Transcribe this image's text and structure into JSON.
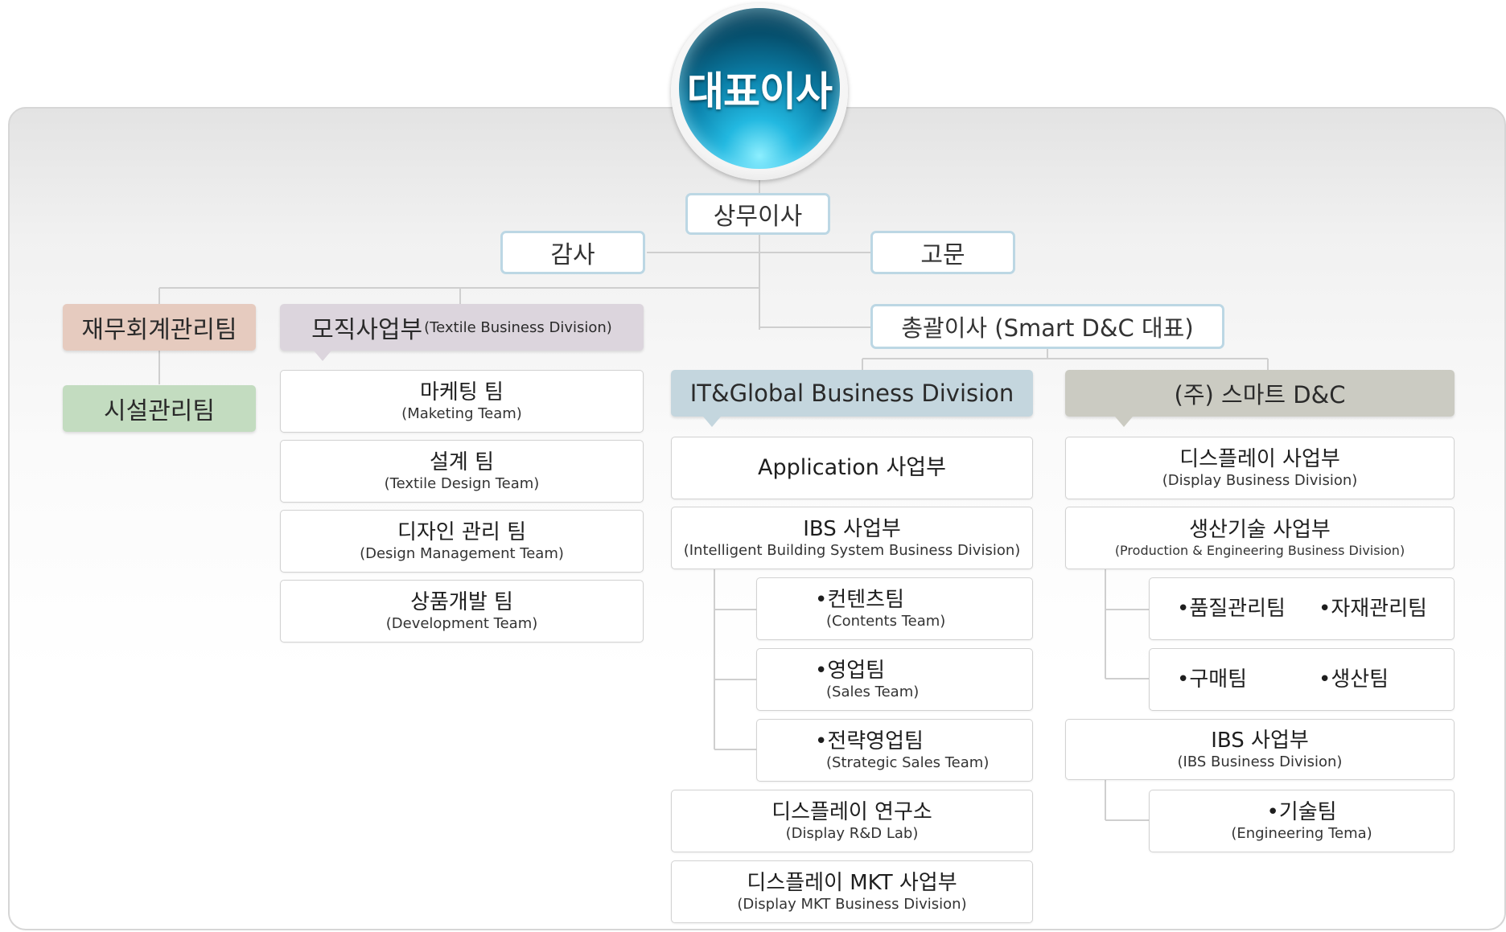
{
  "ceo": "대표이사",
  "executive": "상무이사",
  "auditor": "감사",
  "advisor": "고문",
  "general_director": "총괄이사 (Smart D&C 대표)",
  "left": {
    "finance_team": "재무회계관리팀",
    "facility_team": "시설관리팀"
  },
  "textile": {
    "header_ko": "모직사업부",
    "header_en": "(Textile Business Division)",
    "teams": [
      {
        "ko": "마케팅 팀",
        "en": "(Maketing Team)"
      },
      {
        "ko": "설계 팀",
        "en": "(Textile Design Team)"
      },
      {
        "ko": "디자인 관리 팀",
        "en": "(Design Management Team)"
      },
      {
        "ko": "상품개발 팀",
        "en": "(Development Team)"
      }
    ]
  },
  "it_global": {
    "header": "IT&Global Business Division",
    "application": "Application 사업부",
    "ibs": {
      "ko": "IBS 사업부",
      "en": "(Intelligent Building System Business Division)"
    },
    "ibs_teams": [
      {
        "ko": "•컨텐츠팀",
        "en": "(Contents Team)"
      },
      {
        "ko": "•영업팀",
        "en": "(Sales Team)"
      },
      {
        "ko": "•전략영업팀",
        "en": "(Strategic Sales Team)"
      }
    ],
    "display_lab": {
      "ko": "디스플레이 연구소",
      "en": "(Display R&D Lab)"
    },
    "display_mkt": {
      "ko": "디스플레이 MKT 사업부",
      "en": "(Display MKT Business Division)"
    }
  },
  "smart_dc": {
    "header": "(주) 스마트 D&C",
    "display": {
      "ko": "디스플레이 사업부",
      "en": "(Display Business Division)"
    },
    "production": {
      "ko": "생산기술 사업부",
      "en": "(Production & Engineering Business Division)"
    },
    "production_teams_row1": [
      "•품질관리팀",
      "•자재관리팀"
    ],
    "production_teams_row2": [
      "•구매팀",
      "•생산팀"
    ],
    "ibs": {
      "ko": "IBS 사업부",
      "en": "(IBS Business Division)"
    },
    "tech_team": {
      "ko": "•기술팀",
      "en": "(Engineering Tema)"
    }
  },
  "colors": {
    "ceo_gradient_dark": "#04374e",
    "ceo_gradient_light": "#22b8e0",
    "finance_header": "#e6cbbf",
    "facility_header": "#c3dcc0",
    "textile_header": "#dcd5dd",
    "it_header": "#c4d6de",
    "smart_header": "#cbcbc2",
    "box_border": "#bcd7e4"
  }
}
